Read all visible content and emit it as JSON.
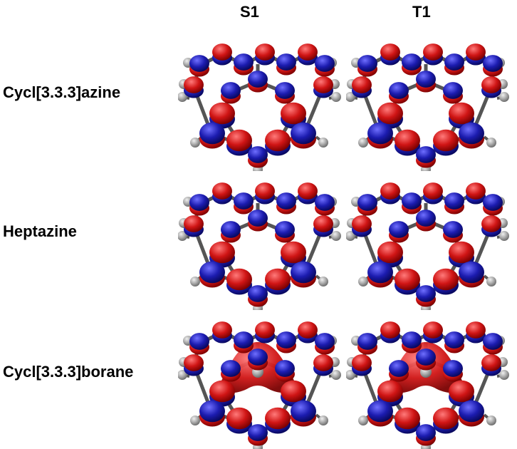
{
  "columns": [
    "S1",
    "T1"
  ],
  "rows": [
    {
      "label": "Cycl[3.3.3]azine",
      "center_blob": false
    },
    {
      "label": "Heptazine",
      "center_blob": false
    },
    {
      "label": "Cycl[3.3.3]borane",
      "center_blob": true
    }
  ],
  "colors": {
    "lobe_positive": "#d01515",
    "lobe_negative": "#1c1cb0",
    "bond": "#555555",
    "hydrogen": "#a9a9a9"
  }
}
